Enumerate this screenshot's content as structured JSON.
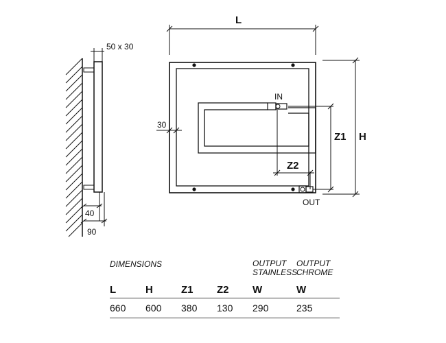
{
  "drawing": {
    "side_profile_label": "50 x 30",
    "depth_dim_1": "40",
    "depth_dim_2": "90",
    "length_label": "L",
    "height_label": "H",
    "z1_label": "Z1",
    "z2_label": "Z2",
    "inlet_label": "IN",
    "outlet_label": "OUT",
    "frame_width_label": "30"
  },
  "dimensions_table": {
    "title": "DIMENSIONS",
    "output_stainless": [
      "OUTPUT",
      "STAINLESS"
    ],
    "output_chrome": [
      "OUTPUT",
      "CHROME"
    ],
    "columns": [
      "L",
      "H",
      "Z1",
      "Z2",
      "W",
      "W"
    ],
    "rows": [
      [
        "660",
        "600",
        "380",
        "130",
        "290",
        "235"
      ]
    ]
  }
}
